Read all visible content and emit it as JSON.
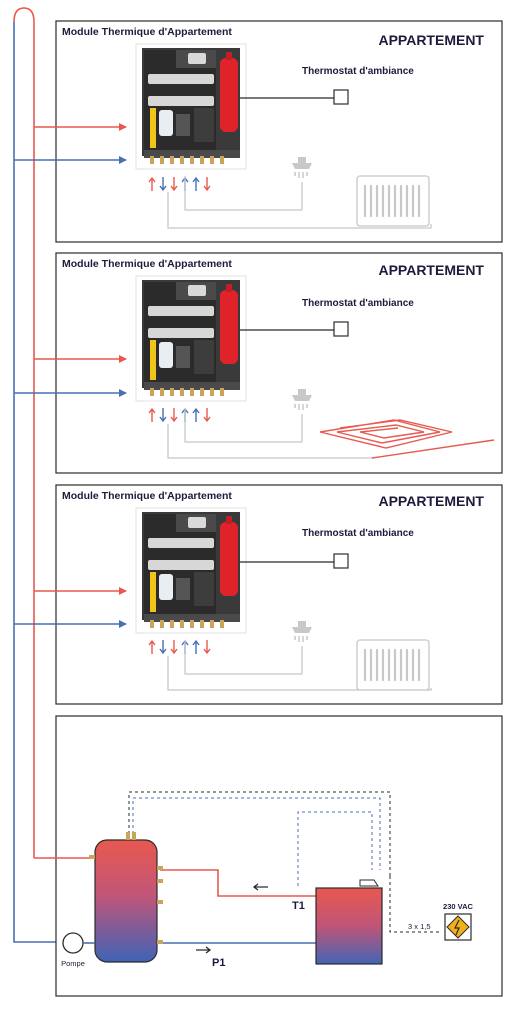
{
  "apartments": [
    {
      "module_title": "Module Thermique d'Appartement",
      "apartment_label": "APPARTEMENT",
      "thermostat_label": "Thermostat d'ambiance",
      "emitter": "radiator"
    },
    {
      "module_title": "Module Thermique d'Appartement",
      "apartment_label": "APPARTEMENT",
      "thermostat_label": "Thermostat d'ambiance",
      "emitter": "underfloor-heating"
    },
    {
      "module_title": "Module Thermique d'Appartement",
      "apartment_label": "APPARTEMENT",
      "thermostat_label": "Thermostat d'ambiance",
      "emitter": "radiator"
    }
  ],
  "plant": {
    "pump_label": "Pompe",
    "sensor_t1_label": "T1",
    "sensor_p1_label": "P1",
    "cable_label": "3 x 1,5",
    "power_label": "230 VAC"
  },
  "colors": {
    "supply": "#e8594f",
    "return": "#4a6fb5",
    "frame": "#2b2b2b",
    "text": "#1d1a3b",
    "grey_pipe": "#c8c8c8",
    "power_badge": "#f3b01b"
  },
  "icons": [
    "shower-icon",
    "radiator-icon",
    "underfloor-heating-icon",
    "thermostat-icon",
    "high-voltage-icon",
    "pump-icon"
  ]
}
